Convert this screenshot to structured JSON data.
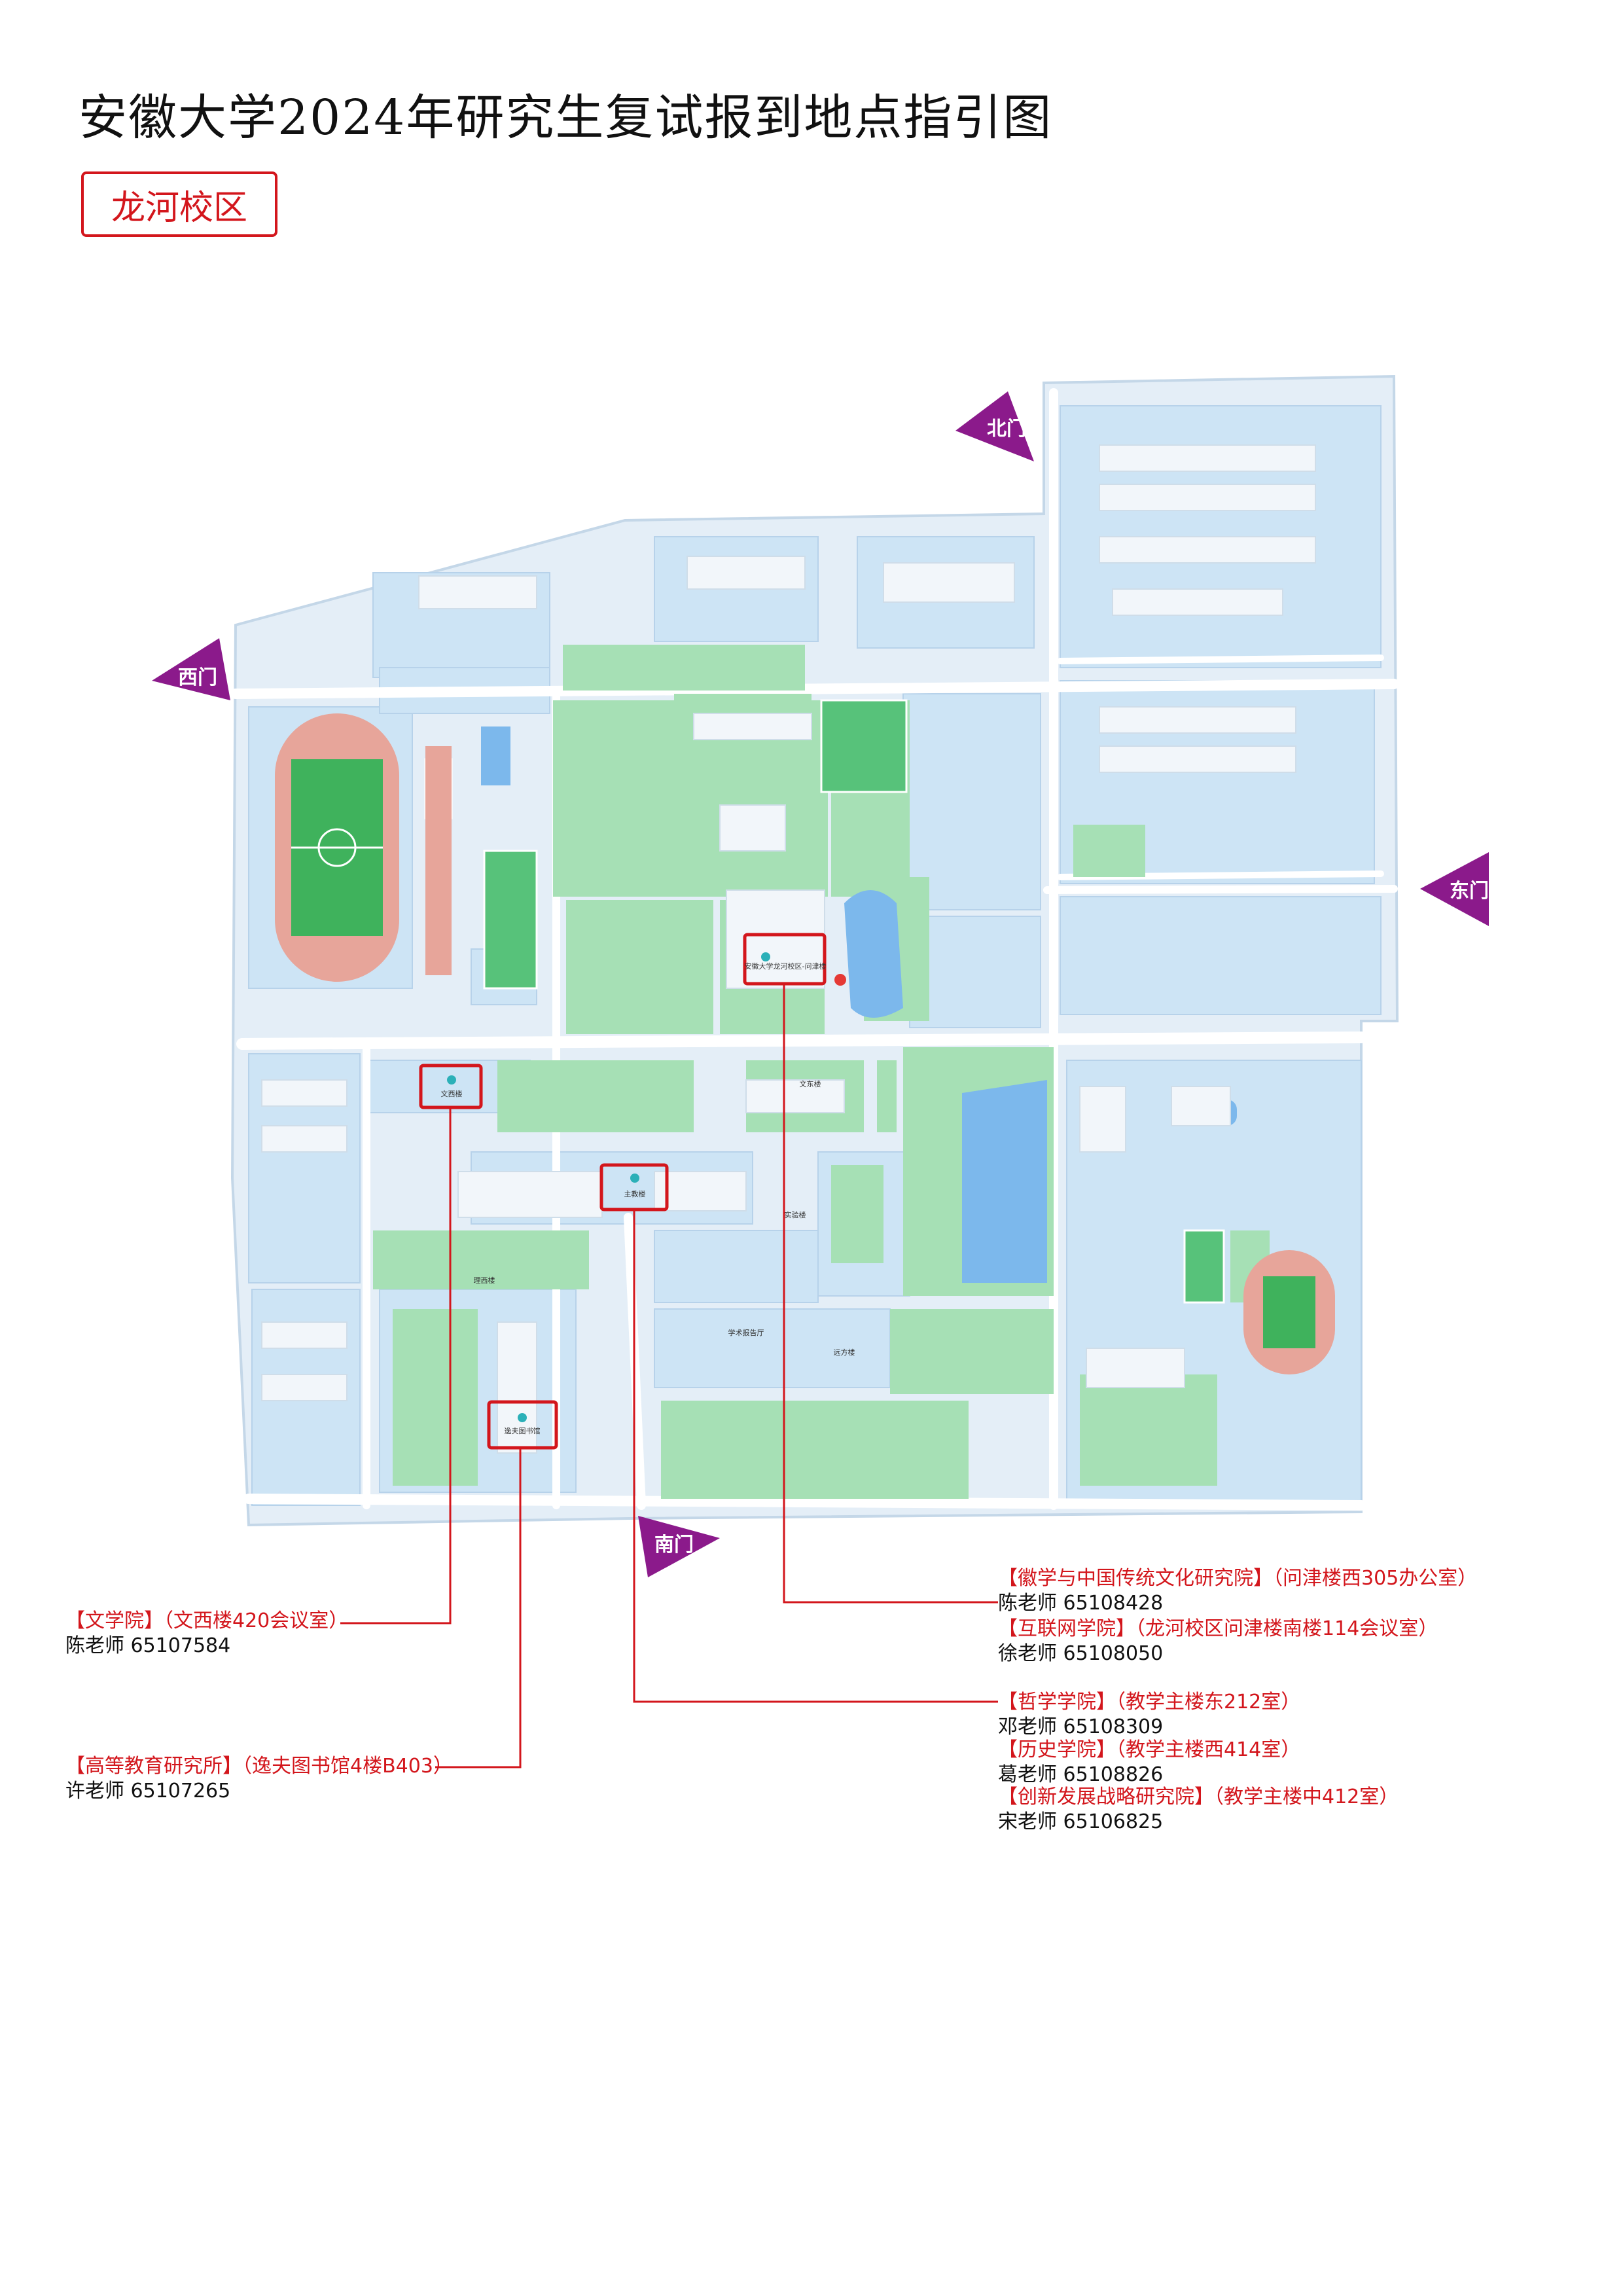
{
  "title": "安徽大学2024年研究生复试报到地点指引图",
  "campus": "龙河校区",
  "gates": {
    "north": "北门",
    "west": "西门",
    "east": "东门",
    "south": "南门"
  },
  "buildings": {
    "wenxi": "文西楼",
    "wenjin": "安徽大学龙河校区-问津楼",
    "jiaoxue": "主教楼",
    "library": "逸夫图书馆",
    "wendong": "文东楼",
    "shiyan": "实验楼",
    "lixue": "理西楼",
    "xueshu": "学术报告厅",
    "yuanfang": "远方楼"
  },
  "notes": [
    {
      "dept": "【徽学与中国传统文化研究院】（问津楼西305办公室）",
      "contact": "陈老师 65108428"
    },
    {
      "dept": "【互联网学院】（龙河校区问津楼南楼114会议室）",
      "contact": "徐老师 65108050"
    },
    {
      "dept": "【文学院】（文西楼420会议室）",
      "contact": "陈老师 65107584"
    },
    {
      "dept": "【哲学学院】（教学主楼东212室）",
      "contact": "邓老师 65108309"
    },
    {
      "dept": "【历史学院】（教学主楼西414室）",
      "contact": "葛老师 65108826"
    },
    {
      "dept": "【创新发展战略研究院】（教学主楼中412室）",
      "contact": "宋老师 65106825"
    },
    {
      "dept": "【高等教育研究所】（逸夫图书馆4楼B403）",
      "contact": "许老师 65107265"
    }
  ],
  "colors": {
    "accent_red": "#d3161c",
    "gate_purple": "#8b1a8b",
    "block_blue": "#cde4f5",
    "green": "#a6e0b5",
    "water": "#7cb8ec",
    "track": "#e7a59a",
    "field": "#3fb25c"
  }
}
